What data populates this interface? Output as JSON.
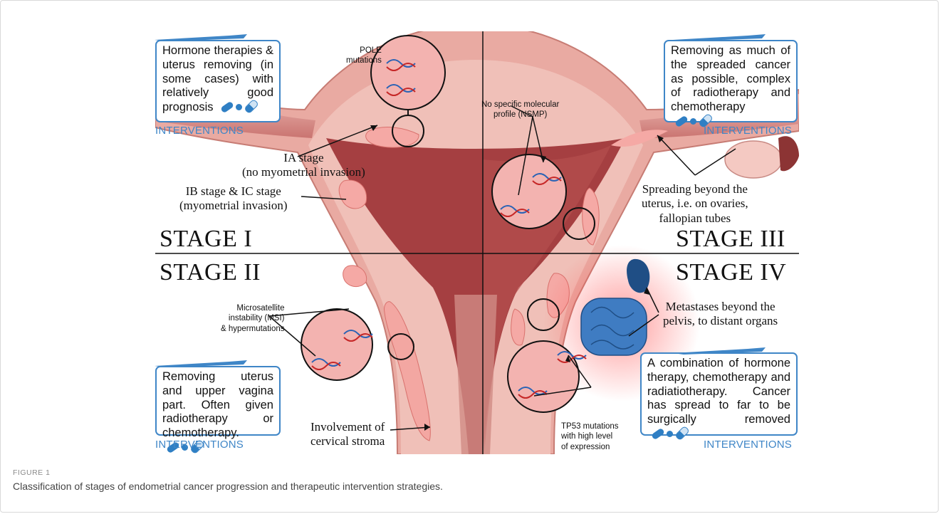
{
  "stages": {
    "stage1": "STAGE I",
    "stage2": "STAGE II",
    "stage3": "STAGE III",
    "stage4": "STAGE IV"
  },
  "interventions": {
    "top_left": {
      "text": "Hormone therapies & uterus removing (in some cases) with relatively good prognosis",
      "label": "INTERVENTIONS"
    },
    "top_right": {
      "text": "Removing as much of the spreaded cancer as possible, complex of radiotherapy and chemotherapy",
      "label": "INTERVENTIONS"
    },
    "bottom_left": {
      "text": "Removing uterus and upper vagina part. Often given radiotherapy or chemotherapy.",
      "label": "INTERVENTIONS"
    },
    "bottom_right": {
      "text": "A combination of hormone therapy, chemotherapy and radiatiotherapy. Cancer has spread to far to be surgically removed",
      "label": "INTERVENTIONS"
    }
  },
  "annotations": {
    "ia_stage_line1": "IA stage",
    "ia_stage_line2": "(no myometrial invasion)",
    "ib_stage_line1": "IB stage & IC stage",
    "ib_stage_line2": "(myometrial invasion)",
    "spreading_line1": "Spreading beyond the",
    "spreading_line2": "uterus, i.e. on ovaries,",
    "spreading_line3": "fallopian tubes",
    "metastases_line1": "Metastases beyond the",
    "metastases_line2": "pelvis, to distant organs",
    "cervical_line1": "Involvement of",
    "cervical_line2": "cervical stroma"
  },
  "molecular": {
    "pole_line1": "POLE",
    "pole_line2": "mutations",
    "nsmp_line1": "No specific molecular",
    "nsmp_line2": "profile (NSMP)",
    "msi_line1": "Microsatellite",
    "msi_line2": "instability (MSI)",
    "msi_line3": "& hypermutations",
    "tp53_line1": "TP53 mutations",
    "tp53_line2": "with high level",
    "tp53_line3": "of expression"
  },
  "figure": {
    "label": "FIGURE 1",
    "caption": "Classification of stages of endometrial cancer progression and therapeutic intervention strategies."
  },
  "colors": {
    "accent_blue": "#3f86c7",
    "uterus_outer": "#e8a9a1",
    "uterus_inner": "#a23e40",
    "tumor": "#f1aaa8"
  },
  "icons": [
    "scalpel-icon",
    "pill-icon",
    "dna-icon",
    "kidney-icon",
    "intestine-icon",
    "ovary-icon"
  ]
}
